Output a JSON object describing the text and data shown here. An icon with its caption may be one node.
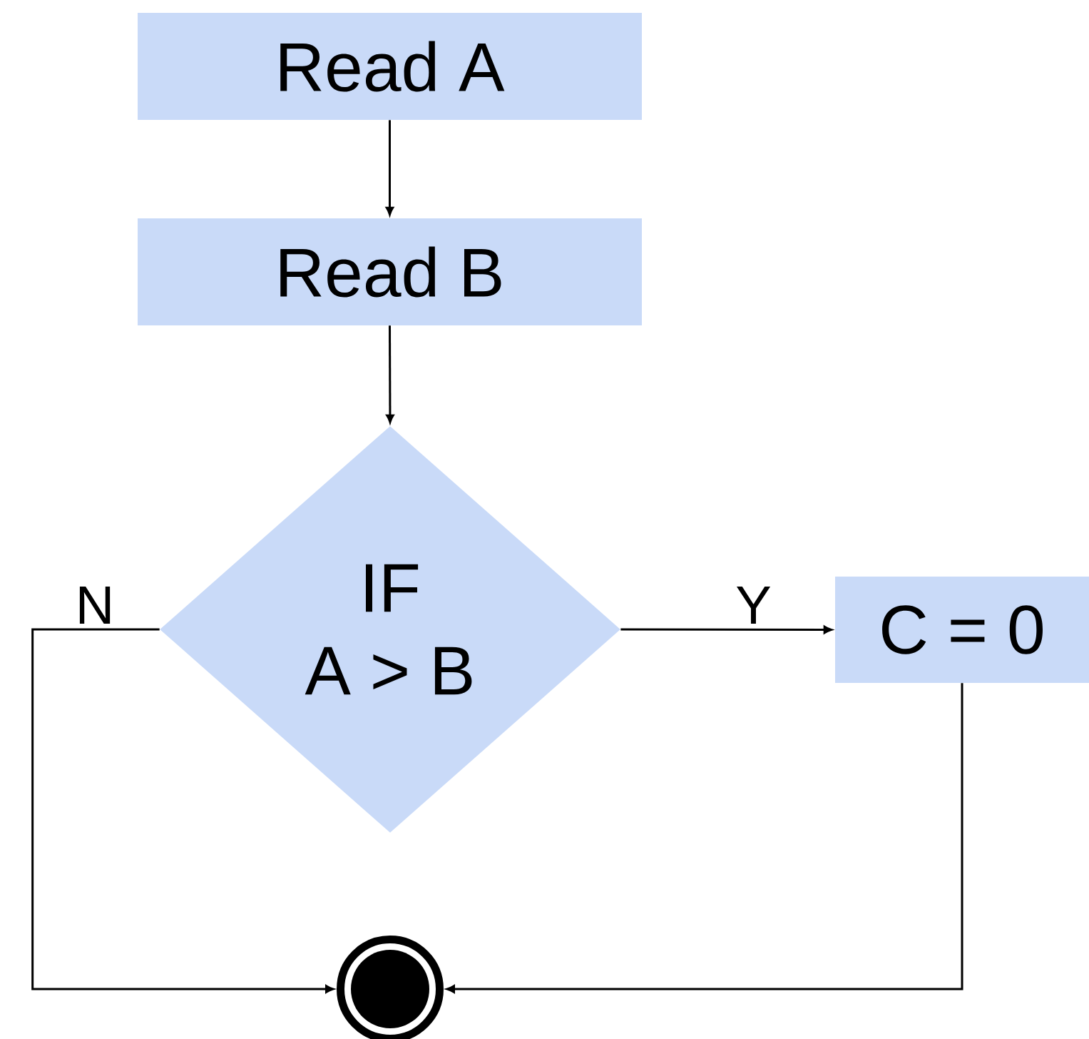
{
  "diagram": {
    "nodes": [
      {
        "text": [
          "Read A"
        ]
      },
      {
        "text": [
          "Read B"
        ]
      },
      {
        "text": [
          "IF",
          "A > B"
        ]
      },
      {
        "text": [
          "C = 0"
        ]
      },
      {
        "text": [],
        "shape": "circle"
      }
    ],
    "edges": [
      {
        "from": 0,
        "to": 1,
        "arrow": "to"
      },
      {
        "from": 1,
        "to": 2,
        "arrow": "to"
      },
      {
        "from": 2,
        "to": 3,
        "arrow": "to",
        "label": "Y"
      },
      {
        "from": 2,
        "to": 4,
        "arrow": "to",
        "label": "N"
      },
      {
        "from": 3,
        "to": 4,
        "arrow": "to"
      }
    ]
  }
}
